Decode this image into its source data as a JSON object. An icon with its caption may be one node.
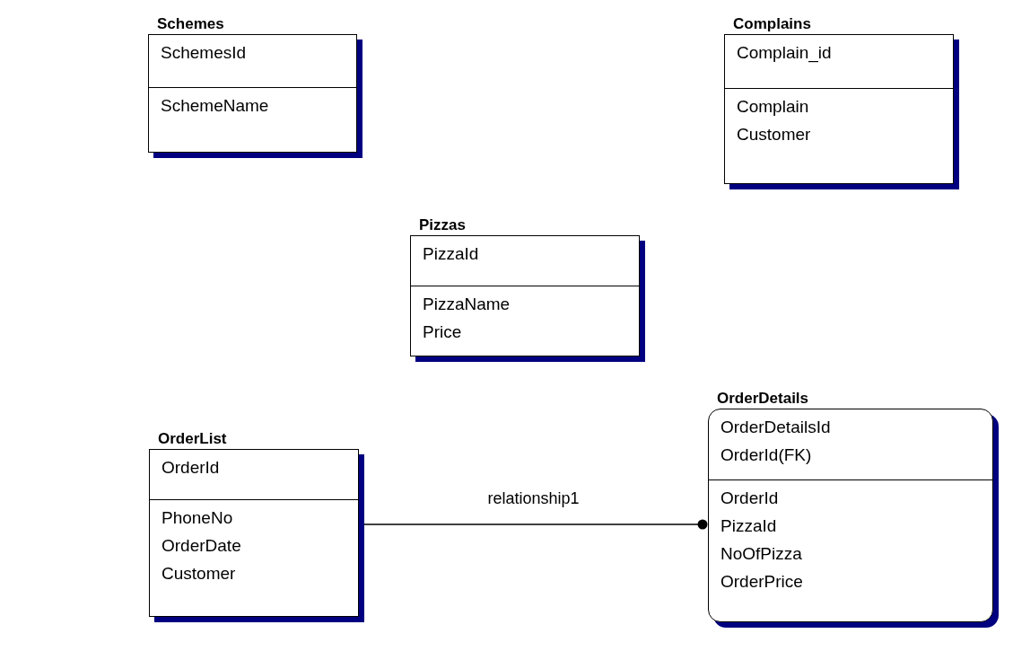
{
  "diagram": {
    "nodes": [
      {
        "text": [
          "Schemes",
          "SchemesId",
          "SchemeName"
        ]
      },
      {
        "text": [
          "Complains",
          "Complain_id",
          "Complain",
          "Customer"
        ]
      },
      {
        "text": [
          "Pizzas",
          "PizzaId",
          "PizzaName",
          "Price"
        ]
      },
      {
        "text": [
          "OrderList",
          "OrderId",
          "PhoneNo",
          "OrderDate",
          "Customer"
        ]
      },
      {
        "text": [
          "OrderDetails",
          "OrderDetailsId",
          "OrderId(FK)",
          "OrderId",
          "PizzaId",
          "NoOfPizza",
          "OrderPrice"
        ]
      }
    ],
    "edges": [
      {
        "from": 3,
        "to": 4,
        "arrow": "other",
        "label": "relationship1"
      }
    ]
  }
}
